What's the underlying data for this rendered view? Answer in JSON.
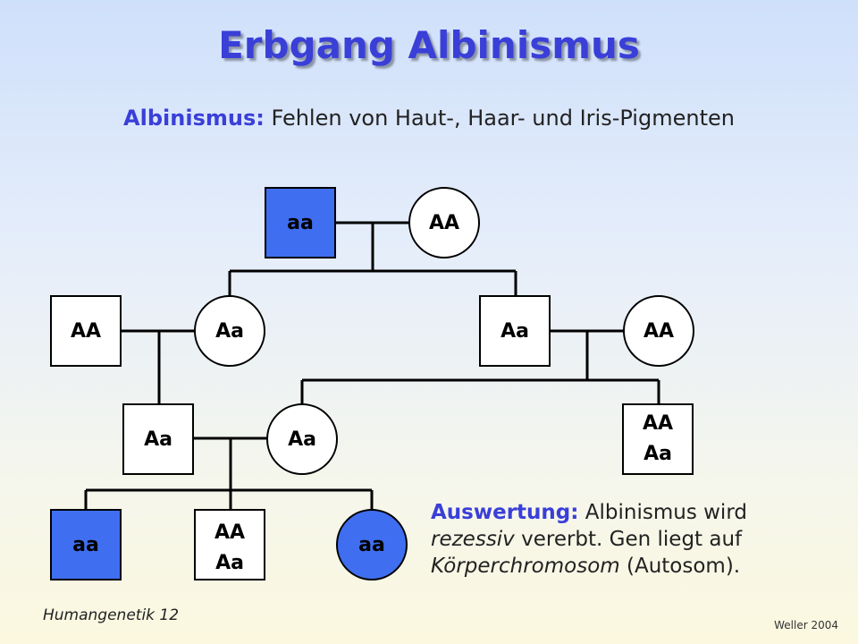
{
  "title": "Erbgang Albinismus",
  "subtitle": {
    "key": "Albinismus:",
    "text": " Fehlen von Haut-, Haar- und Iris-Pigmenten"
  },
  "pedigree": {
    "affected_color": "#3f6ef0",
    "unaffected_color": "#ffffff",
    "nodes": {
      "g1_father": [
        "aa"
      ],
      "g1_mother": [
        "AA"
      ],
      "g2_left_spouse": [
        "AA"
      ],
      "g2_daughter": [
        "Aa"
      ],
      "g2_son": [
        "Aa"
      ],
      "g2_right_spouse": [
        "AA"
      ],
      "g3_son": [
        "Aa"
      ],
      "g3_daughter": [
        "Aa"
      ],
      "g3_right_son": [
        "AA",
        "Aa"
      ],
      "g4_son_affected": [
        "aa"
      ],
      "g4_son": [
        "AA",
        "Aa"
      ],
      "g4_daughter_affected": [
        "aa"
      ]
    }
  },
  "evaluation": {
    "key": "Auswertung:",
    "t1": " Albinismus wird ",
    "em1": "rezessiv",
    "t2": " vererbt. Gen liegt auf ",
    "em2": "Körperchromosom",
    "t3": " (Autosom)."
  },
  "footer": {
    "left": "Humangenetik  12",
    "right": "Weller  2004"
  }
}
